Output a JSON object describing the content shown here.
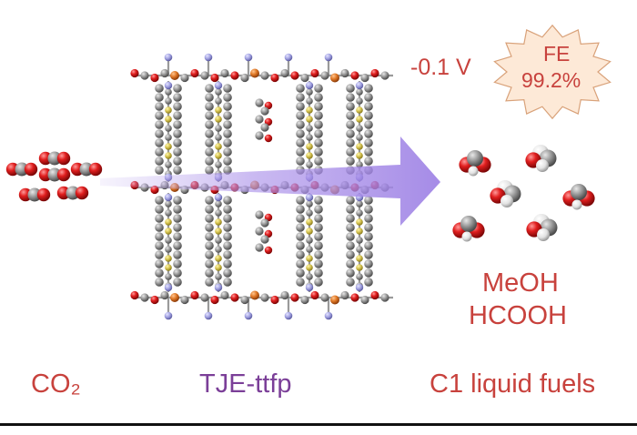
{
  "labels": {
    "reactant": "CO₂",
    "material": "TJE-ttfp",
    "category": "C1 liquid fuels",
    "product_1": "MeOH",
    "product_2": "HCOOH",
    "potential": "-0.1 V",
    "fe_label": "FE",
    "fe_value": "99.2%"
  },
  "colors": {
    "red_text": "#c8423d",
    "purple_text": "#7b3f98",
    "arrow": "#a58be6",
    "burst_fill": "#fde9d7",
    "burst_stroke": "#d9a27a",
    "oxygen": "#d01c1c",
    "carbon": "#8e8e8e",
    "hydrogen": "#e6e6e6",
    "nitrogen": "#9a9ad8",
    "metal": "#d2691e",
    "sulfur": "#c9b84a"
  }
}
